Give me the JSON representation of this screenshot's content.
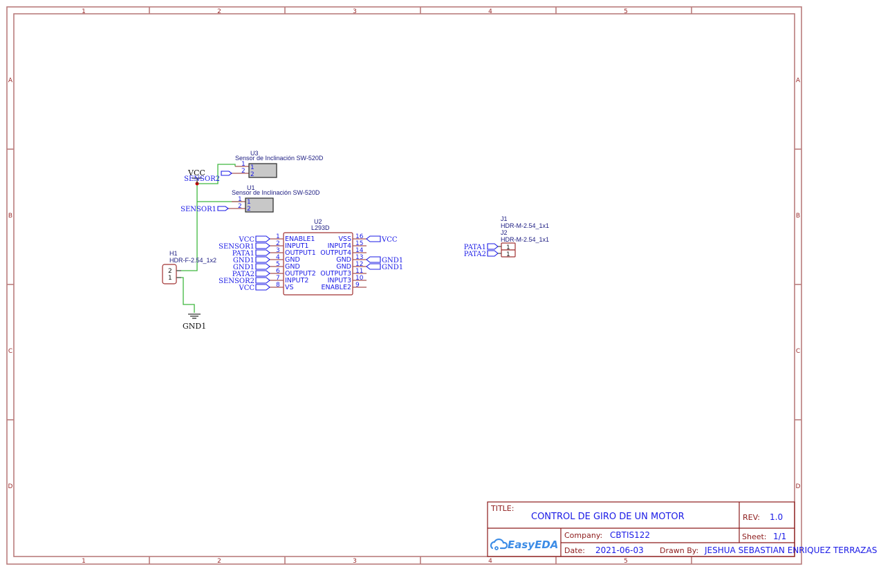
{
  "sheet": {
    "columns": [
      "1",
      "2",
      "3",
      "4",
      "5"
    ],
    "rows": [
      "A",
      "B",
      "C",
      "D"
    ],
    "colors": {
      "frame": "#b97c7c",
      "text_blue": "#1a1ae6",
      "text_red": "#8c1a1a",
      "wire": "#3fb83f"
    }
  },
  "title_block": {
    "title_label": "TITLE:",
    "title": "CONTROL DE GIRO DE UN MOTOR",
    "rev_label": "REV:",
    "rev": "1.0",
    "company_label": "Company:",
    "company": "CBTIS122",
    "sheet_label": "Sheet:",
    "sheet": "1/1",
    "date_label": "Date:",
    "date": "2021-06-03",
    "drawn_by_label": "Drawn By:",
    "drawn_by": "JESHUA SEBASTIAN ENRIQUEZ TERRAZAS",
    "logo": "EasyEDA"
  },
  "components": {
    "u3": {
      "ref": "U3",
      "value": "Sensor de Inclinación SW-520D",
      "pins": [
        "1",
        "2"
      ],
      "body_pins": [
        "1",
        "2"
      ],
      "net": "SENSOR2"
    },
    "u1": {
      "ref": "U1",
      "value": "Sensor de Inclinación SW-520D",
      "pins": [
        "1",
        "2"
      ],
      "body_pins": [
        "1",
        "2"
      ],
      "net": "SENSOR1"
    },
    "h1": {
      "ref": "H1",
      "value": "HDR-F-2.54_1x2",
      "pins": [
        "2",
        "1"
      ]
    },
    "u2": {
      "ref": "U2",
      "value": "L293D",
      "left_pins": [
        {
          "num": "1",
          "name": "ENABLE1",
          "net": "VCC"
        },
        {
          "num": "2",
          "name": "INPUT1",
          "net": "SENSOR1"
        },
        {
          "num": "3",
          "name": "OUTPUT1",
          "net": "PATA1"
        },
        {
          "num": "4",
          "name": "GND",
          "net": "GND1"
        },
        {
          "num": "5",
          "name": "GND",
          "net": "GND1"
        },
        {
          "num": "6",
          "name": "OUTPUT2",
          "net": "PATA2"
        },
        {
          "num": "7",
          "name": "INPUT2",
          "net": "SENSOR2"
        },
        {
          "num": "8",
          "name": "VS",
          "net": "VCC"
        }
      ],
      "right_pins": [
        {
          "num": "16",
          "name": "VSS",
          "net": "VCC"
        },
        {
          "num": "15",
          "name": "INPUT4",
          "net": ""
        },
        {
          "num": "14",
          "name": "OUTPUT4",
          "net": ""
        },
        {
          "num": "13",
          "name": "GND",
          "net": "GND1"
        },
        {
          "num": "12",
          "name": "GND",
          "net": "GND1"
        },
        {
          "num": "11",
          "name": "OUTPUT3",
          "net": ""
        },
        {
          "num": "10",
          "name": "INPUT3",
          "net": ""
        },
        {
          "num": "9",
          "name": "ENABLE2",
          "net": ""
        }
      ]
    },
    "j1": {
      "ref": "J1",
      "value": "HDR-M-2.54_1x1",
      "pin": "1",
      "net": "PATA1"
    },
    "j2": {
      "ref": "J2",
      "value": "HDR-M-2.54_1x1",
      "pin": "1",
      "net": "PATA2"
    }
  },
  "power": {
    "vcc": "VCC",
    "gnd": "GND1"
  }
}
